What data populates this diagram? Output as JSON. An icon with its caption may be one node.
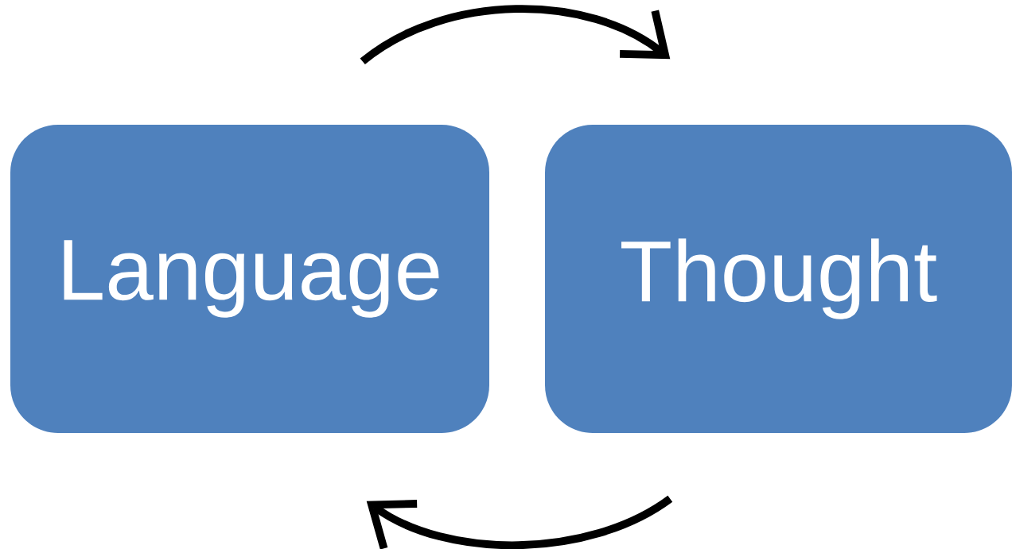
{
  "diagram": {
    "nodes": [
      {
        "text": [
          "Language"
        ]
      },
      {
        "text": [
          "Thought"
        ]
      }
    ],
    "edges": [
      {
        "from": 0,
        "to": 1,
        "arrow": "to"
      },
      {
        "from": 1,
        "to": 0,
        "arrow": "to"
      }
    ]
  }
}
